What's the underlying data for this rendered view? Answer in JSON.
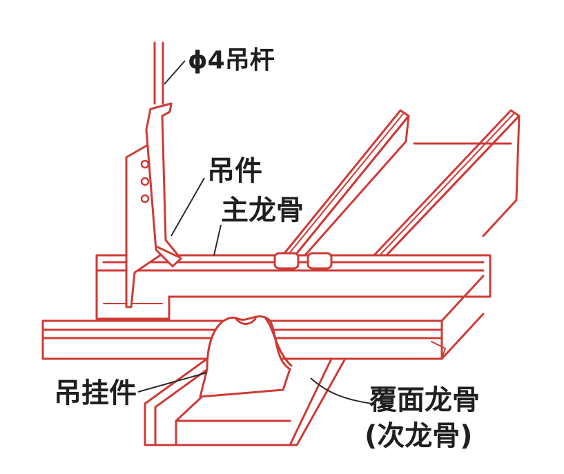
{
  "labels": {
    "rod": "ϕ4吊杆",
    "hanger": "吊件",
    "main_keel": "主龙骨",
    "hanging_piece": "吊挂件",
    "cover_keel_line1": "覆面龙骨",
    "cover_keel_line2": "(次龙骨)"
  },
  "colors": {
    "line": "#cf3a36",
    "text": "#1f1f1f",
    "background": "#ffffff"
  }
}
